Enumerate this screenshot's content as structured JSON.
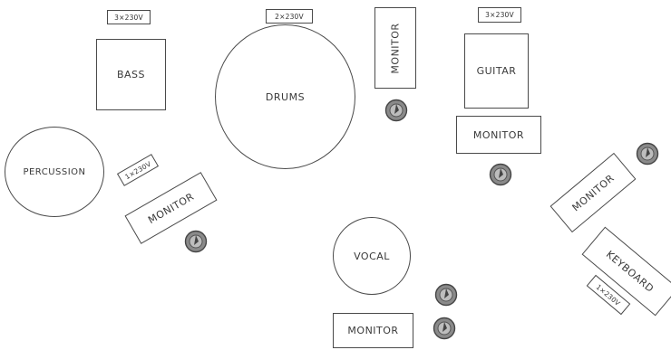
{
  "instruments": {
    "bass": "BASS",
    "drums": "DRUMS",
    "guitar": "GUITAR",
    "percussion": "PERCUSSION",
    "vocal": "VOCAL",
    "keyboard": "KEYBOARD"
  },
  "monitors": {
    "drums": "MONITOR",
    "guitar": "MONITOR",
    "percussion": "MONITOR",
    "keyboard": "MONITOR",
    "vocal": "MONITOR"
  },
  "power": {
    "bass": "3×230V",
    "drums": "2×230V",
    "guitar": "3×230V",
    "percussion": "1×230V",
    "keyboard": "1×230V"
  },
  "icons": {
    "monitor_mic": "monitor-mic-icon"
  },
  "colors": {
    "line": "#4a4a4a",
    "text": "#3a3a3a",
    "mic_fill": "#8a8a8a"
  }
}
